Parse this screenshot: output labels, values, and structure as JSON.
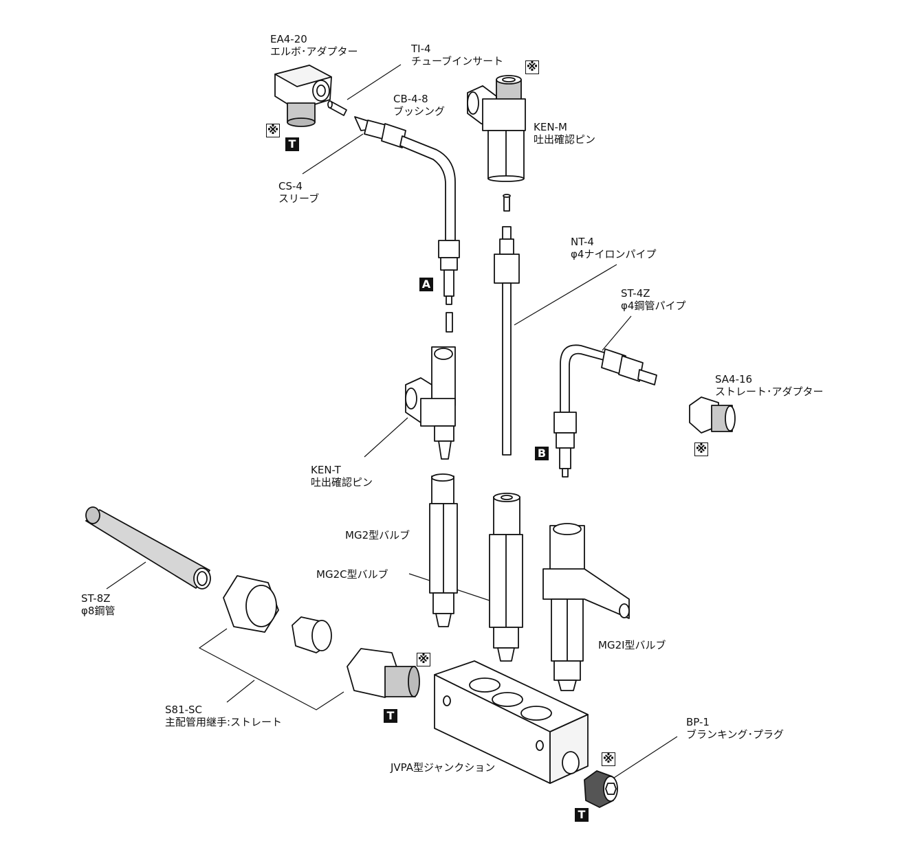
{
  "parts": {
    "ea4_20": {
      "code": "EA4-20",
      "name": "エルボ･アダプター"
    },
    "ti_4": {
      "code": "TI-4",
      "name": "チューブインサート"
    },
    "cb_4_8": {
      "code": "CB-4-8",
      "name": "ブッシング"
    },
    "cs_4": {
      "code": "CS-4",
      "name": "スリーブ"
    },
    "ken_m": {
      "code": "KEN-M",
      "name": "吐出確認ピン"
    },
    "nt_4": {
      "code": "NT-4",
      "name": "φ4ナイロンパイプ"
    },
    "st_4z": {
      "code": "ST-4Z",
      "name": "φ4鋼管パイプ"
    },
    "sa4_16": {
      "code": "SA4-16",
      "name": "ストレート･アダプター"
    },
    "ken_t": {
      "code": "KEN-T",
      "name": "吐出確認ピン"
    },
    "mg2": {
      "name": "MG2型バルブ"
    },
    "mg2c": {
      "name": "MG2C型バルブ"
    },
    "mg2i": {
      "name": "MG2I型バルブ"
    },
    "st_8z": {
      "code": "ST-8Z",
      "name": "φ8鋼管"
    },
    "s81_sc": {
      "code": "S81-SC",
      "name": "主配管用継手:ストレート"
    },
    "jvpa": {
      "name": "JVPA型ジャンクション"
    },
    "bp_1": {
      "code": "BP-1",
      "name": "ブランキング･プラグ"
    }
  },
  "badges": {
    "a": "A",
    "b": "B",
    "t": "T"
  },
  "note_mark": "※",
  "colors": {
    "line": "#111111",
    "metal": "#ffffff",
    "shade": "#d0d0d0",
    "badge_bg": "#111111"
  }
}
